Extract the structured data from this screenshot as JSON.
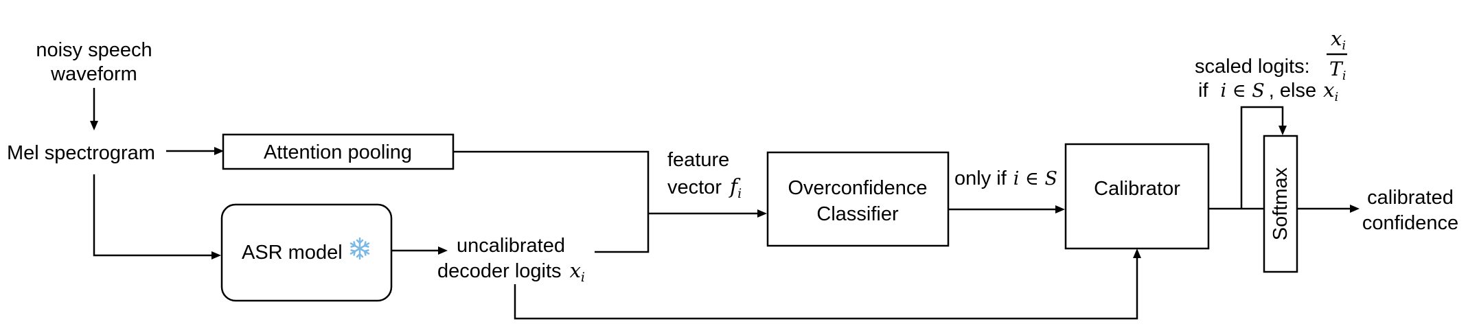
{
  "inputs": {
    "noisy_speech_line1": "noisy speech",
    "noisy_speech_line2": "waveform",
    "mel_spectrogram": "Mel spectrogram"
  },
  "blocks": {
    "attention_pooling": "Attention pooling",
    "asr_model": "ASR model",
    "overconfidence_line1": "Overconfidence",
    "overconfidence_line2": "Classifier",
    "calibrator": "Calibrator",
    "softmax": "Softmax"
  },
  "labels": {
    "uncalibrated_line1": "uncalibrated",
    "uncalibrated_line2": "decoder logits",
    "uncalibrated_var": "x",
    "uncalibrated_sub": "i",
    "feature_line1": "feature",
    "feature_line2": "vector",
    "feature_var": "f",
    "feature_sub": "i",
    "only_if_text": "only if",
    "only_if_expr": "i ∈ S",
    "scaled_logits": "scaled logits:",
    "fraction_num_var": "x",
    "fraction_num_sub": "i",
    "fraction_den_var": "T",
    "fraction_den_sub": "i",
    "if_text": "if",
    "if_expr": "i ∈ S",
    "else_text": ", else",
    "else_var": "x",
    "else_sub": "i"
  },
  "outputs": {
    "calibrated_line1": "calibrated",
    "calibrated_line2": "confidence"
  },
  "icons": {
    "frozen": "snowflake-icon"
  }
}
